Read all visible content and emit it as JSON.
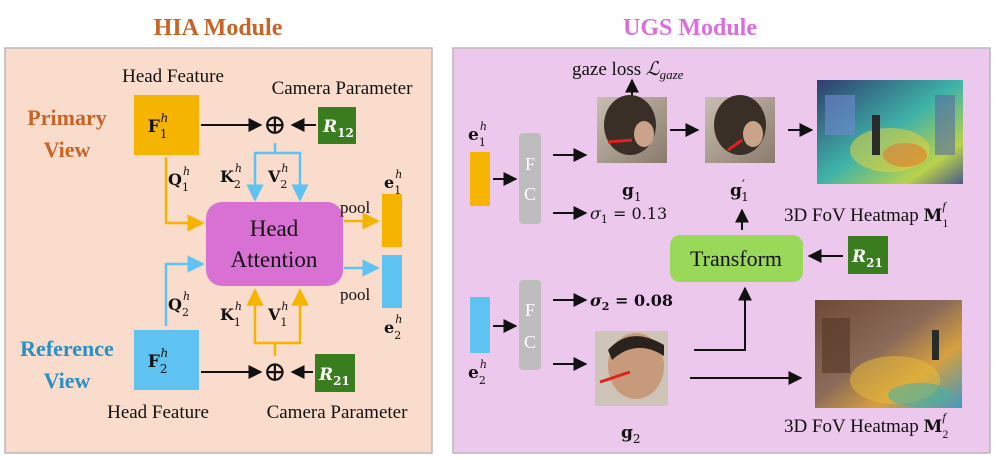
{
  "hia": {
    "title": "HIA Module",
    "head_feature_top": "Head Feature",
    "head_feature_bottom": "Head Feature",
    "camera_param_top": "Camera Parameter",
    "camera_param_bottom": "Camera Parameter",
    "primary_view_line1": "Primary",
    "primary_view_line2": "View",
    "reference_view_line1": "Reference",
    "reference_view_line2": "View",
    "attention_line1": "Head",
    "attention_line2": "Attention",
    "pool_top": "pool",
    "pool_bottom": "pool",
    "F1": "F",
    "F2": "F",
    "Q": "Q",
    "K": "K",
    "V": "V",
    "e": "e",
    "R": "R",
    "R12_sub": "12",
    "R21_sub": "21",
    "sup_h": "h",
    "sub_1": "1",
    "sub_2": "2",
    "oplus": "⊕"
  },
  "ugs": {
    "title": "UGS Module",
    "gaze_loss": "gaze loss ",
    "loss_symbol": "ℒ",
    "loss_sub": "gaze",
    "fc_F": "F",
    "fc_C": "C",
    "sigma1": "σ",
    "sigma1_rest": " = 0.13",
    "sigma2": "σ",
    "sigma2_rest": " = 0.08",
    "g": "g",
    "prime": "′",
    "transform": "Transform",
    "heatmap_top": "3D FoV Heatmap ",
    "heatmap_bottom": "3D FoV Heatmap ",
    "M": "M",
    "sup_f": "f"
  },
  "colors": {
    "left_bg": "#f9dccb",
    "right_bg": "#ecc8ec",
    "orange": "#f5b400",
    "blue": "#5ec3f0",
    "purple": "#d971d4",
    "green": "#3a7d1e",
    "transform_green": "#9ad85a",
    "fc_gray": "#bdbdbd",
    "hia_title": "#c96428",
    "ugs_title": "#dc6edc",
    "primary_text": "#c96428",
    "reference_text": "#2a8fc4"
  },
  "icons": {
    "oplus": "circled-plus-icon",
    "gaze_images": "head-photo",
    "heatmap_images": "room-heatmap"
  }
}
